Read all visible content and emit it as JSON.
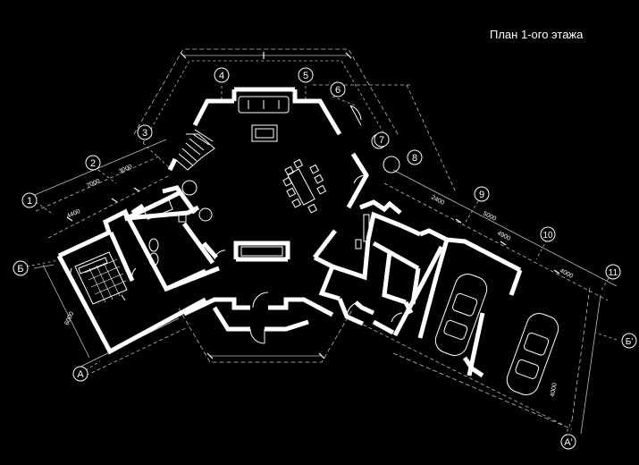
{
  "title": "План 1-ого этажа",
  "axes": [
    {
      "id": "1",
      "label": "1"
    },
    {
      "id": "2",
      "label": "2"
    },
    {
      "id": "3",
      "label": "3"
    },
    {
      "id": "4",
      "label": "4"
    },
    {
      "id": "5",
      "label": "5"
    },
    {
      "id": "6",
      "label": "6"
    },
    {
      "id": "7",
      "label": "7"
    },
    {
      "id": "8",
      "label": "8"
    },
    {
      "id": "9",
      "label": "9"
    },
    {
      "id": "10",
      "label": "10"
    },
    {
      "id": "11",
      "label": "11"
    },
    {
      "id": "A",
      "label": "А"
    },
    {
      "id": "B",
      "label": "Б"
    },
    {
      "id": "A1",
      "label": "А'"
    },
    {
      "id": "B1",
      "label": "Б'"
    }
  ],
  "dimensions": {
    "d1": "4400",
    "d2": "7000",
    "d3": "3000",
    "d4": "6000",
    "d5": "2400",
    "d6": "5000",
    "d7": "4900",
    "d8": "4000",
    "d9": "4000"
  },
  "colors": {
    "background": "#000000",
    "wall": "#ffffff",
    "line": "#cfcfcf",
    "text": "#ffffff"
  }
}
